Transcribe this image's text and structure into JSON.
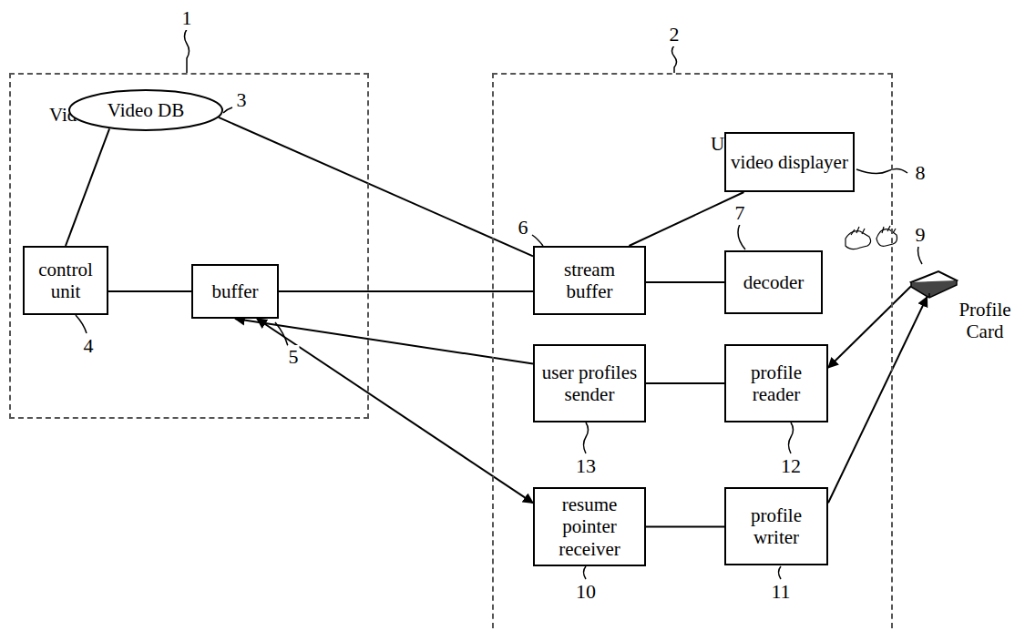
{
  "diagram": {
    "nodes": [
      {
        "text": [
          "Video Server"
        ]
      },
      {
        "text": [
          "Video DB"
        ],
        "in": 0
      },
      {
        "text": [
          "control unit"
        ],
        "in": 0
      },
      {
        "text": [
          "buffer"
        ],
        "in": 0
      },
      {
        "text": [
          "User Terminal"
        ]
      },
      {
        "text": [
          "video displayer"
        ],
        "in": 4
      },
      {
        "text": [
          "stream buffer"
        ],
        "in": 4
      },
      {
        "text": [
          "decoder"
        ],
        "in": 4
      },
      {
        "text": [
          "user profiles sender"
        ],
        "in": 4
      },
      {
        "text": [
          "profile reader"
        ],
        "in": 4
      },
      {
        "text": [
          "resume pointer receiver"
        ],
        "in": 4
      },
      {
        "text": [
          "profile writer"
        ],
        "in": 4
      },
      {
        "text": [
          "Profile Card"
        ]
      }
    ],
    "edges": [
      {
        "from": 1,
        "to": 2,
        "arrow": "none"
      },
      {
        "from": 1,
        "to": 6,
        "arrow": "none"
      },
      {
        "from": 2,
        "to": 3,
        "arrow": "none"
      },
      {
        "from": 3,
        "to": 6,
        "arrow": "none"
      },
      {
        "from": 6,
        "to": 5,
        "arrow": "none"
      },
      {
        "from": 6,
        "to": 7,
        "arrow": "none"
      },
      {
        "from": 8,
        "to": 3,
        "arrow": "to"
      },
      {
        "from": 3,
        "to": 10,
        "arrow": "both"
      },
      {
        "from": 9,
        "to": 8,
        "arrow": "none"
      },
      {
        "from": 12,
        "to": 9,
        "arrow": "to"
      },
      {
        "from": 10,
        "to": 11,
        "arrow": "none"
      },
      {
        "from": 11,
        "to": 12,
        "arrow": "to"
      }
    ],
    "labels": [
      "1",
      "2",
      "3",
      "4",
      "5",
      "6",
      "7",
      "8",
      "9",
      "10",
      "11",
      "12",
      "13"
    ]
  }
}
